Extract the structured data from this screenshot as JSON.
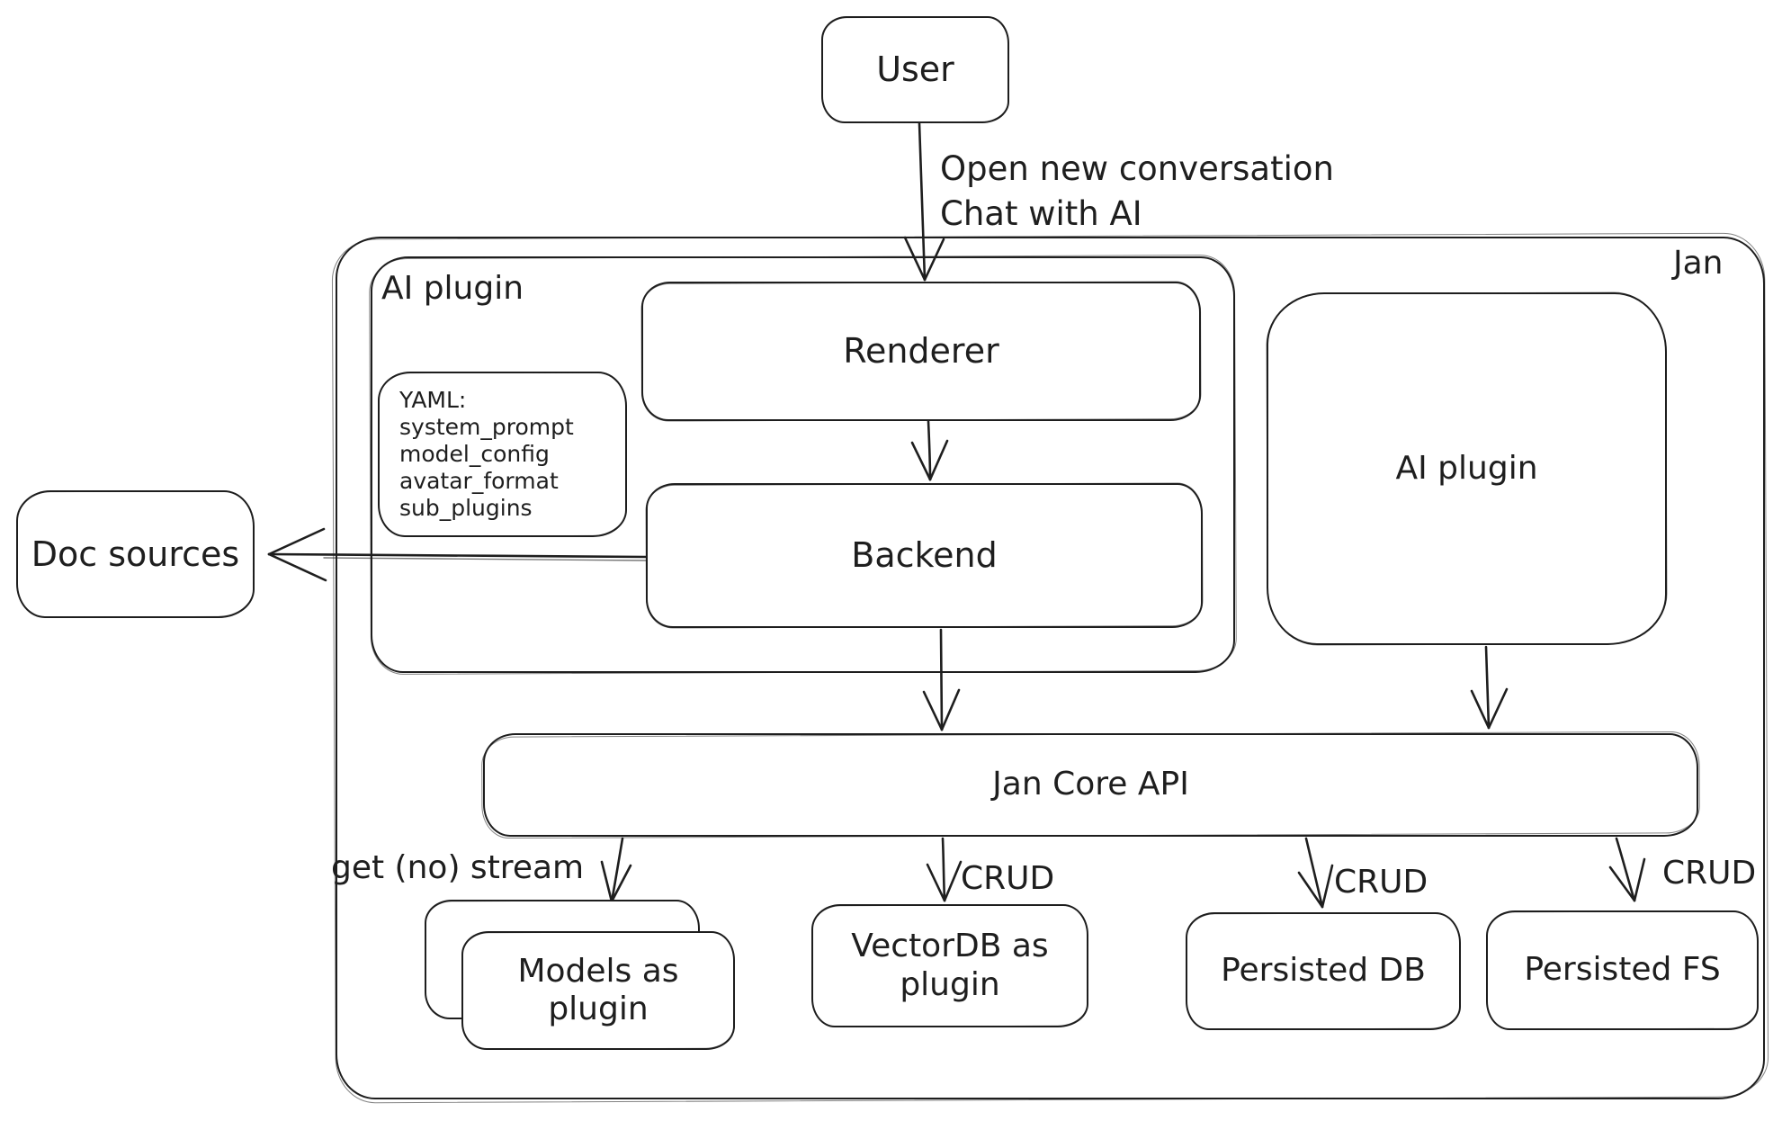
{
  "colors": {
    "stroke": "#1e1e1e",
    "canvas_background": "#ffffff"
  },
  "nodes": {
    "user": "User",
    "jan_container": "Jan",
    "ai_plugin_group": "AI plugin",
    "renderer": "Renderer",
    "backend": "Backend",
    "yaml_note": [
      "YAML:",
      "system_prompt",
      "model_config",
      "avatar_format",
      "sub_plugins"
    ],
    "ai_plugin_box": "AI plugin",
    "doc_sources": "Doc sources",
    "jan_core_api": "Jan Core API",
    "models_plugin": "Models as plugin",
    "vectordb_plugin": "VectorDB as plugin",
    "persisted_db": "Persisted DB",
    "persisted_fs": "Persisted FS"
  },
  "edge_labels": {
    "user_to_renderer": [
      "Open new conversation",
      "Chat with AI"
    ],
    "core_to_models": "get (no) stream",
    "core_to_vectordb": "CRUD",
    "core_to_persisted_db": "CRUD",
    "core_to_persisted_fs": "CRUD"
  }
}
